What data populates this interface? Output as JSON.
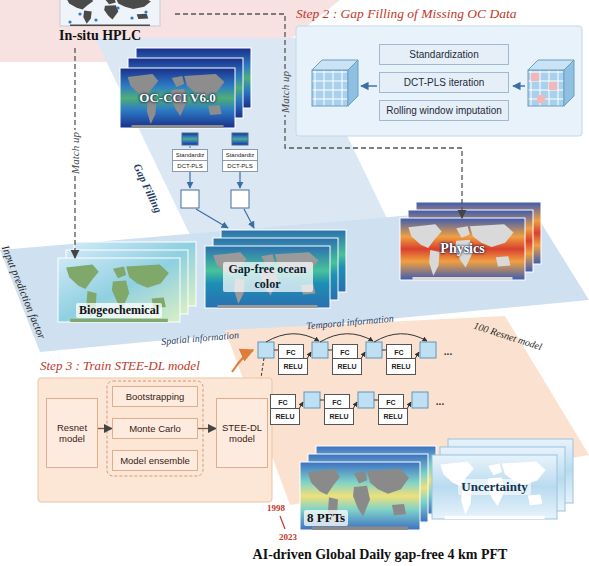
{
  "diagram": {
    "nodes": [
      {
        "text": [
          "In-situ HPLC"
        ]
      },
      {
        "text": [
          "Step 2 : Gap Filling of Missing OC Data"
        ]
      },
      {
        "text": [
          "Standardization"
        ],
        "in": 1
      },
      {
        "text": [
          "DCT-PLS iteration"
        ],
        "in": 1
      },
      {
        "text": [
          "Rolling window imputation"
        ],
        "in": 1
      },
      {
        "text": [
          "OC-CCI V6.0"
        ]
      },
      {
        "text": [
          "Standardiz"
        ]
      },
      {
        "text": [
          "DCT-PLS"
        ]
      },
      {
        "text": [
          "Standardiz"
        ]
      },
      {
        "text": [
          "DCT-PLS"
        ]
      },
      {
        "text": [
          "Biogeochemical"
        ]
      },
      {
        "text": [
          "Gap-free ocean color"
        ]
      },
      {
        "text": [
          "Physics"
        ]
      },
      {
        "text": [
          "FC"
        ]
      },
      {
        "text": [
          "RELU"
        ]
      },
      {
        "text": [
          "FC"
        ]
      },
      {
        "text": [
          "RELU"
        ]
      },
      {
        "text": [
          "FC"
        ]
      },
      {
        "text": [
          "RELU"
        ]
      },
      {
        "text": [
          "FC"
        ]
      },
      {
        "text": [
          "RELU"
        ]
      },
      {
        "text": [
          "FC"
        ]
      },
      {
        "text": [
          "RELU"
        ]
      },
      {
        "text": [
          "FC"
        ]
      },
      {
        "text": [
          "RELU"
        ]
      },
      {
        "text": [
          "Step 3 : Train STEE-DL model"
        ]
      },
      {
        "text": [
          "Resnet model"
        ],
        "in": 25
      },
      {
        "text": [
          "Bootstrapping"
        ],
        "in": 25
      },
      {
        "text": [
          "Monte Carlo"
        ],
        "in": 25
      },
      {
        "text": [
          "Model ensemble"
        ],
        "in": 25
      },
      {
        "text": [
          "STEE-DL model"
        ],
        "in": 25
      },
      {
        "text": [
          "8 PFTs"
        ]
      },
      {
        "text": [
          "Uncertainty"
        ]
      }
    ],
    "edges": [
      {
        "from": 0,
        "to": 10,
        "label": "Match up",
        "arrow": "to"
      },
      {
        "from": 0,
        "to": 12,
        "label": "Match up",
        "arrow": "to"
      },
      {
        "from": 26,
        "to": 28,
        "arrow": "to"
      },
      {
        "from": 28,
        "to": 30,
        "arrow": "to"
      }
    ],
    "labels": [
      "Gap Filling",
      "Input prediction factor",
      "Spatial information",
      "Temporal information",
      "100 Resnet model",
      "...",
      "...",
      "1998",
      "2023",
      "AI-driven Global Daily gap-free 4 km PFT"
    ]
  }
}
